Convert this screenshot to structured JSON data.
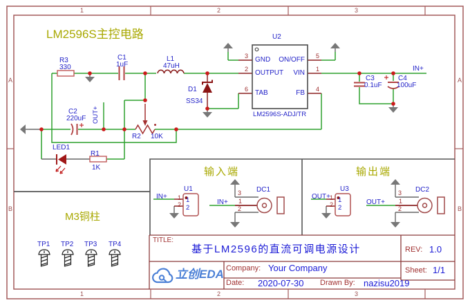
{
  "border": {
    "top": [
      "1",
      "2",
      "3"
    ],
    "bottom": [
      "1",
      "2",
      "3"
    ],
    "left": [
      "A",
      "B"
    ],
    "right": [
      "A",
      "B"
    ]
  },
  "main_circuit": {
    "title": "LM2596S主控电路",
    "r3": {
      "ref": "R3",
      "value": "330"
    },
    "c1": {
      "ref": "C1",
      "value": "1uF"
    },
    "l1": {
      "ref": "L1",
      "value": "47uH"
    },
    "d1": {
      "ref": "D1",
      "value": "SS34"
    },
    "c2": {
      "ref": "C2",
      "value": "220uF"
    },
    "r2": {
      "ref": "R2",
      "value": "10K"
    },
    "led1": {
      "ref": "LED1"
    },
    "r1": {
      "ref": "R1",
      "value": "1K"
    },
    "c3": {
      "ref": "C3",
      "value": "0.1uF"
    },
    "c4": {
      "ref": "C4",
      "value": "100uF"
    },
    "net_out": "OUT+",
    "net_in": "IN+",
    "u2": {
      "ref": "U2",
      "part": "LM2596S-ADJ/TR",
      "pins_left": [
        {
          "num": "3",
          "name": "GND"
        },
        {
          "num": "2",
          "name": "OUTPUT"
        },
        {
          "num": "6",
          "name": "TAB"
        }
      ],
      "pins_right": [
        {
          "num": "5",
          "name": "ON/OFF"
        },
        {
          "num": "1",
          "name": "VIN"
        },
        {
          "num": "4",
          "name": "FB"
        }
      ]
    }
  },
  "input_section": {
    "title": "输入端",
    "u1": {
      "ref": "U1",
      "net": "IN+",
      "pin1": "1",
      "pin2": "2"
    },
    "dc1": {
      "ref": "DC1",
      "net": "IN+",
      "pin3": "3",
      "pin1": "1",
      "pin2": "2"
    }
  },
  "output_section": {
    "title": "输出端",
    "u3": {
      "ref": "U3",
      "net": "OUT+",
      "pin1": "1",
      "pin2": "2"
    },
    "dc2": {
      "ref": "DC2",
      "net": "OUT+",
      "pin3": "3",
      "pin1": "1",
      "pin2": "2"
    }
  },
  "m3_section": {
    "title": "M3铜柱",
    "testpoints": [
      "TP1",
      "TP2",
      "TP3",
      "TP4"
    ]
  },
  "title_block": {
    "title_label": "TITLE:",
    "title": "基于LM2596的直流可调电源设计",
    "rev_label": "REV:",
    "rev": "1.0",
    "company_label": "Company:",
    "company": "Your Company",
    "sheet_label": "Sheet:",
    "sheet": "1/1",
    "date_label": "Date:",
    "date": "2020-07-30",
    "drawn_by_label": "Drawn By:",
    "drawn_by": "nazisu2019",
    "logo_text": "立创EDA"
  },
  "colors": {
    "wire_green": "#2da12d",
    "component_red": "#c05858",
    "label_blue": "#2222c8",
    "olive_title": "#a8a800",
    "border_maroon": "#a35a5a",
    "logo_blue": "#4a7fd6"
  }
}
